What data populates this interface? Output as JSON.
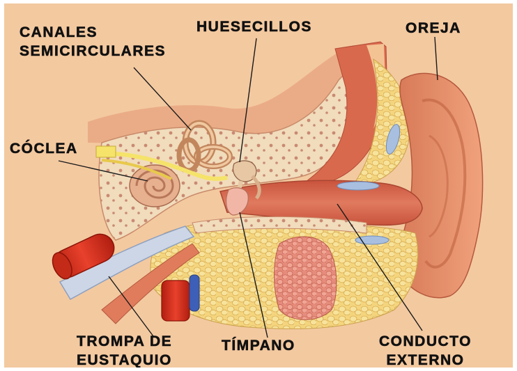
{
  "diagram": {
    "labels": {
      "canales": [
        "CANALES",
        "SEMICIRCULARES"
      ],
      "huesecillos": "HUESECILLOS",
      "oreja": "OREJA",
      "coclea": "CÓCLEA",
      "trompa": [
        "TROMPA DE",
        "EUSTAQUIO"
      ],
      "timpano": "TÍMPANO",
      "conducto": [
        "CONDUCTO",
        "EXTERNO"
      ]
    },
    "colors": {
      "background": "#f3c9a0",
      "skin": "#e8936c",
      "bone": "#f0d9b8",
      "fat": "#f2d27a",
      "canal": "#d9644a",
      "artery": "#d8301e",
      "vein": "#3d5fb8",
      "nerve": "#f5e36a",
      "eustachian": "#cdd6e6"
    }
  }
}
